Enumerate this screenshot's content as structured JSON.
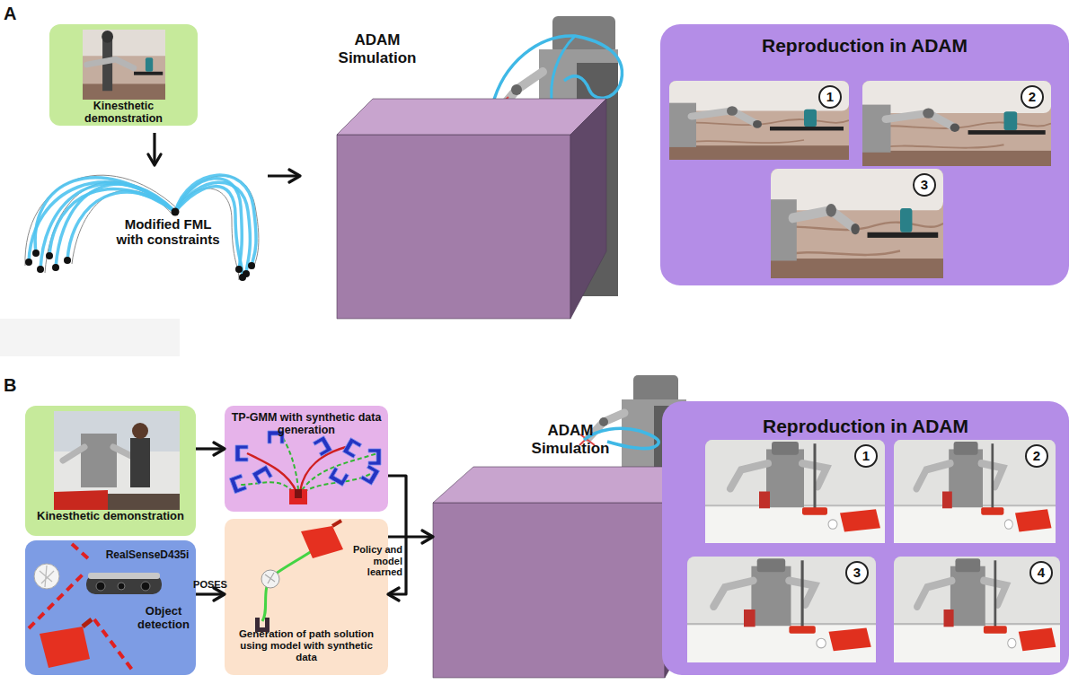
{
  "diagram": {
    "nodes": [
      {
        "text": [
          "Kinesthetic demonstration"
        ]
      },
      {
        "text": [
          "ADAM Simulation"
        ]
      },
      {
        "text": [
          "Reproduction in ADAM"
        ]
      },
      {
        "text": [
          "1"
        ],
        "in": 2
      },
      {
        "text": [
          "2"
        ],
        "in": 2
      },
      {
        "text": [
          "3"
        ],
        "in": 2
      },
      {
        "text": [
          "Kinesthetic demonstration"
        ]
      },
      {
        "text": [
          "TP-GMM with synthetic data generation"
        ]
      },
      {
        "text": [
          "RealSenseD435i",
          "Object detection"
        ]
      },
      {
        "text": [
          "Generation of path solution using model with synthetic data"
        ]
      },
      {
        "text": [
          "ADAM Simulation"
        ]
      },
      {
        "text": [
          "Reproduction in ADAM"
        ]
      },
      {
        "text": [
          "1"
        ],
        "in": 11
      },
      {
        "text": [
          "2"
        ],
        "in": 11
      },
      {
        "text": [
          "3"
        ],
        "in": 11
      },
      {
        "text": [
          "4"
        ],
        "in": 11
      }
    ],
    "edges": [
      {
        "from": 6,
        "to": 7,
        "arrow": "to"
      },
      {
        "from": 7,
        "to": 9,
        "label": "Policy and model learned",
        "arrow": "to"
      },
      {
        "from": 8,
        "to": 9,
        "label": "POSES",
        "arrow": "to"
      },
      {
        "from": 9,
        "to": 10,
        "arrow": "to"
      }
    ],
    "labels": [
      "A",
      "Modified FML with constraints",
      "B"
    ]
  }
}
